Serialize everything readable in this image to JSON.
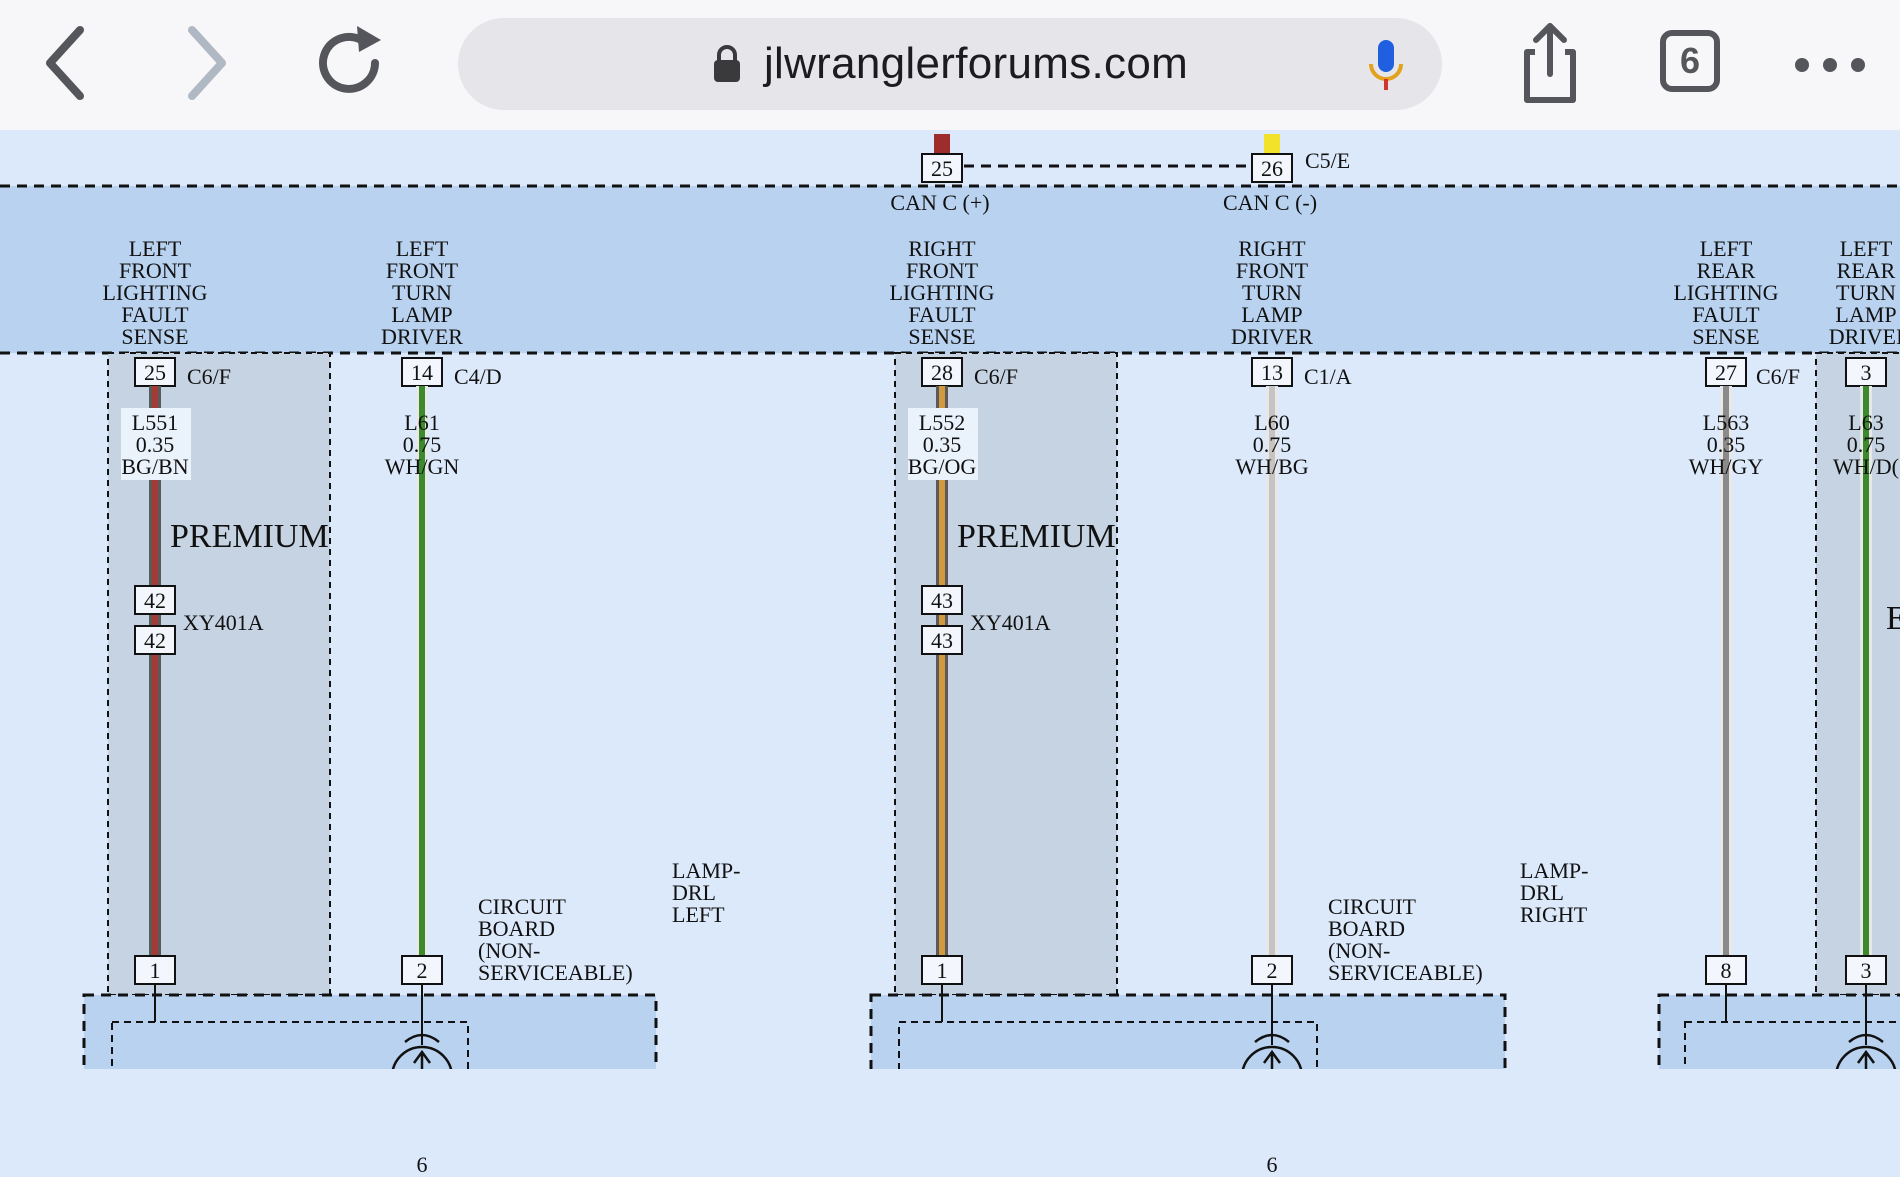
{
  "browser": {
    "url": "jlwranglerforums.com",
    "tab_count": "6"
  },
  "diagram": {
    "can_connector": {
      "pin_left": "25",
      "pin_right": "26",
      "connector_id": "C5/E",
      "label_left": "CAN C (+)",
      "label_right": "CAN C (-)"
    },
    "circuits": [
      {
        "title": [
          "LEFT",
          "FRONT",
          "LIGHTING",
          "FAULT",
          "SENSE"
        ],
        "pin_top": "25",
        "connector": "C6/F",
        "wire": [
          "L551",
          "0.35",
          "BG/BN"
        ],
        "splice_pin": "42",
        "splice_connector": "XY401A",
        "pin_bottom": "1"
      },
      {
        "title": [
          "LEFT",
          "FRONT",
          "TURN",
          "LAMP",
          "DRIVER"
        ],
        "pin_top": "14",
        "connector": "C4/D",
        "wire": [
          "L61",
          "0.75",
          "WH/GN"
        ],
        "pin_bottom": "2",
        "pin_ground": "6"
      },
      {
        "title": [
          "RIGHT",
          "FRONT",
          "LIGHTING",
          "FAULT",
          "SENSE"
        ],
        "pin_top": "28",
        "connector": "C6/F",
        "wire": [
          "L552",
          "0.35",
          "BG/OG"
        ],
        "splice_pin": "43",
        "splice_connector": "XY401A",
        "pin_bottom": "1"
      },
      {
        "title": [
          "RIGHT",
          "FRONT",
          "TURN",
          "LAMP",
          "DRIVER"
        ],
        "pin_top": "13",
        "connector": "C1/A",
        "wire": [
          "L60",
          "0.75",
          "WH/BG"
        ],
        "pin_bottom": "2",
        "pin_ground": "6"
      },
      {
        "title": [
          "LEFT",
          "REAR",
          "LIGHTING",
          "FAULT",
          "SENSE"
        ],
        "pin_top": "27",
        "connector": "C6/F",
        "wire": [
          "L563",
          "0.35",
          "WH/GY"
        ],
        "pin_bottom": "8"
      },
      {
        "title": [
          "LEFT",
          "REAR",
          "TURN",
          "LAMP",
          "DRIVEI"
        ],
        "pin_top": "3",
        "wire": [
          "L63",
          "0.75",
          "WH/D("
        ],
        "pin_bottom": "3"
      }
    ],
    "premium_label": "PREMIUM",
    "partial_letter": "E",
    "lamps": [
      {
        "name": [
          "LAMP-",
          "DRL",
          "LEFT"
        ],
        "board": [
          "CIRCUIT",
          "BOARD",
          "(NON-",
          "SERVICEABLE)"
        ]
      },
      {
        "name": [
          "LAMP-",
          "DRL",
          "RIGHT"
        ],
        "board": [
          "CIRCUIT",
          "BOARD",
          "(NON-",
          "SERVICEABLE)"
        ]
      }
    ],
    "wire_colors": {
      "brown_red": "#a23a36",
      "green": "#3b8a2e",
      "orange": "#d19a3e",
      "white_grey": "#c4c4c4",
      "grey": "#8a8a8a",
      "can_plus": "#9e2c2c",
      "can_minus": "#f2e32a"
    }
  }
}
